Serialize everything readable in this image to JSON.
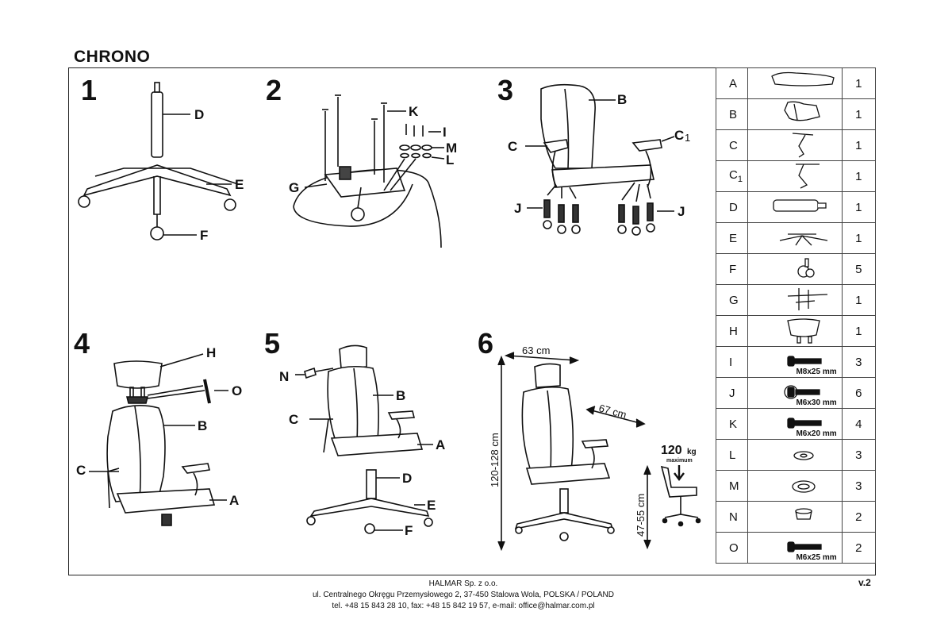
{
  "title": "CHRONO",
  "steps": [
    "1",
    "2",
    "3",
    "4",
    "5",
    "6"
  ],
  "labels": {
    "s1": {
      "D": "D",
      "E": "E",
      "F": "F"
    },
    "s2": {
      "K": "K",
      "I": "I",
      "M": "M",
      "L": "L",
      "G": "G"
    },
    "s3": {
      "B": "B",
      "C": "C",
      "C1": "C",
      "C1sub": "1",
      "J1": "J",
      "J2": "J"
    },
    "s4": {
      "H": "H",
      "O": "O",
      "B": "B",
      "C": "C",
      "A": "A"
    },
    "s5": {
      "N": "N",
      "B": "B",
      "C": "C",
      "A": "A",
      "D": "D",
      "E": "E",
      "F": "F"
    }
  },
  "dimensions": {
    "width": "63 cm",
    "depth": "67 cm",
    "height": "120-128 cm",
    "seat_height": "47-55 cm",
    "load": "120",
    "load_unit": "kg",
    "load_note": "maximum"
  },
  "parts": [
    {
      "letter": "A",
      "icon": "seat-icon",
      "qty": "1"
    },
    {
      "letter": "B",
      "icon": "backrest-icon",
      "qty": "1"
    },
    {
      "letter": "C",
      "icon": "armrest-icon",
      "qty": "1"
    },
    {
      "letter": "C",
      "sub": "1",
      "icon": "armrest-right-icon",
      "qty": "1"
    },
    {
      "letter": "D",
      "icon": "gas-lift-icon",
      "qty": "1"
    },
    {
      "letter": "E",
      "icon": "star-base-icon",
      "qty": "1"
    },
    {
      "letter": "F",
      "icon": "caster-icon",
      "qty": "5"
    },
    {
      "letter": "G",
      "icon": "mechanism-icon",
      "qty": "1"
    },
    {
      "letter": "H",
      "icon": "headrest-icon",
      "qty": "1"
    },
    {
      "letter": "I",
      "icon": "bolt-icon",
      "caption": "M8x25 mm",
      "qty": "3"
    },
    {
      "letter": "J",
      "icon": "bolt-washer-icon",
      "caption": "M6x30 mm",
      "qty": "6"
    },
    {
      "letter": "K",
      "icon": "bolt-icon",
      "caption": "M6x20 mm",
      "qty": "4"
    },
    {
      "letter": "L",
      "icon": "flat-washer-icon",
      "qty": "3"
    },
    {
      "letter": "M",
      "icon": "spring-washer-icon",
      "qty": "3"
    },
    {
      "letter": "N",
      "icon": "plug-icon",
      "qty": "2"
    },
    {
      "letter": "O",
      "icon": "bolt-icon",
      "caption": "M6x25 mm",
      "qty": "2"
    }
  ],
  "footer": {
    "company": "HALMAR Sp. z o.o.",
    "address": "ul. Centralnego Okręgu Przemysłowego 2, 37-450 Stalowa Wola, POLSKA / POLAND",
    "contact": "tel. +48 15 843 28 10, fax: +48 15 842 19 57, e-mail: office@halmar.com.pl"
  },
  "version": "v.2"
}
